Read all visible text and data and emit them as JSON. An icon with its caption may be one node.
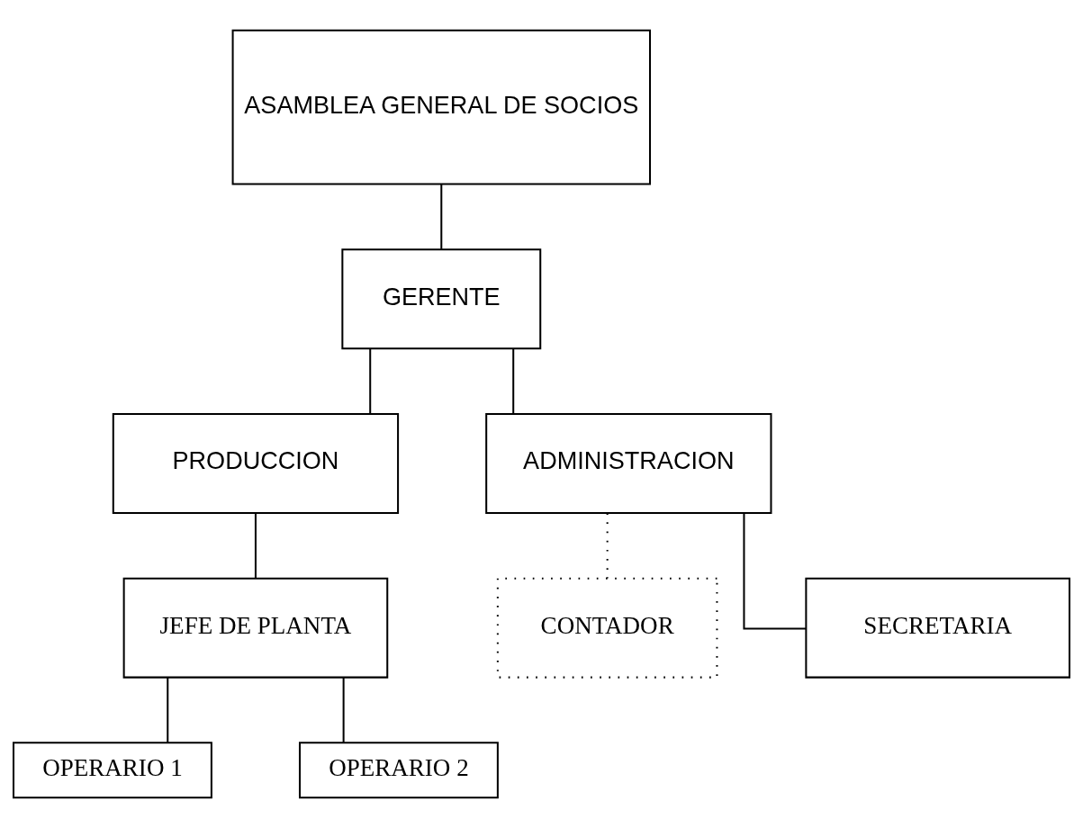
{
  "diagram": {
    "nodes": [
      {
        "text": [
          "ASAMBLEA GENERAL DE SOCIOS"
        ]
      },
      {
        "text": [
          "GERENTE"
        ]
      },
      {
        "text": [
          "PRODUCCION"
        ]
      },
      {
        "text": [
          "ADMINISTRACION"
        ]
      },
      {
        "text": [
          "JEFE DE PLANTA"
        ]
      },
      {
        "text": [
          "CONTADOR"
        ]
      },
      {
        "text": [
          "OPERARIO 1"
        ]
      },
      {
        "text": [
          "OPERARIO 2"
        ]
      },
      {
        "text": [
          "SECRETARIA"
        ]
      }
    ],
    "edges": [
      {
        "from": 0,
        "to": 1,
        "arrow": "none"
      },
      {
        "from": 1,
        "to": 2,
        "arrow": "none"
      },
      {
        "from": 1,
        "to": 3,
        "arrow": "none"
      },
      {
        "from": 2,
        "to": 4,
        "arrow": "none"
      },
      {
        "from": 3,
        "to": 5,
        "arrow": "none",
        "style": "dashed"
      },
      {
        "from": 3,
        "to": 8,
        "arrow": "none"
      },
      {
        "from": 4,
        "to": 6,
        "arrow": "none"
      },
      {
        "from": 4,
        "to": 7,
        "arrow": "none"
      }
    ]
  }
}
